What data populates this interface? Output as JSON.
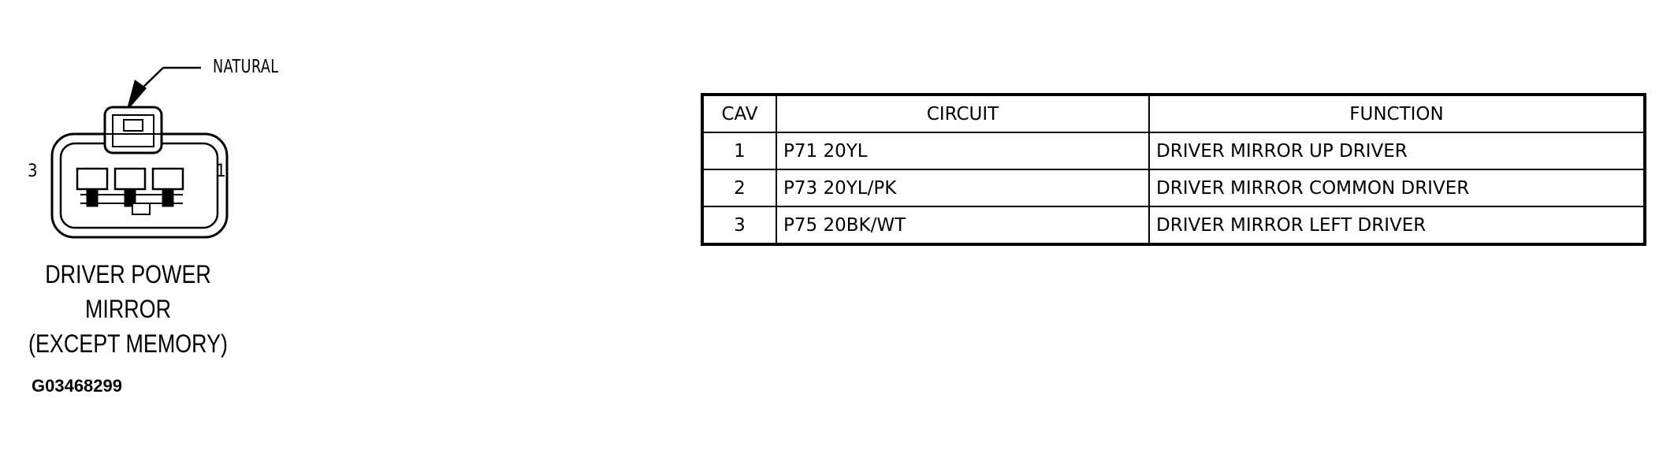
{
  "diagram": {
    "connector_color_label": "NATURAL",
    "cavity_left_label": "3",
    "cavity_right_label": "1",
    "title_lines": [
      "DRIVER POWER",
      "MIRROR",
      "(EXCEPT MEMORY)"
    ],
    "figure_id": "G03468299"
  },
  "table": {
    "headers": {
      "cav": "CAV",
      "circuit": "CIRCUIT",
      "function": "FUNCTION"
    },
    "rows": [
      {
        "cav": "1",
        "circuit": "P71 20YL",
        "function": "DRIVER MIRROR UP DRIVER"
      },
      {
        "cav": "2",
        "circuit": "P73 20YL/PK",
        "function": "DRIVER MIRROR COMMON DRIVER"
      },
      {
        "cav": "3",
        "circuit": "P75 20BK/WT",
        "function": "DRIVER MIRROR LEFT DRIVER"
      }
    ]
  }
}
